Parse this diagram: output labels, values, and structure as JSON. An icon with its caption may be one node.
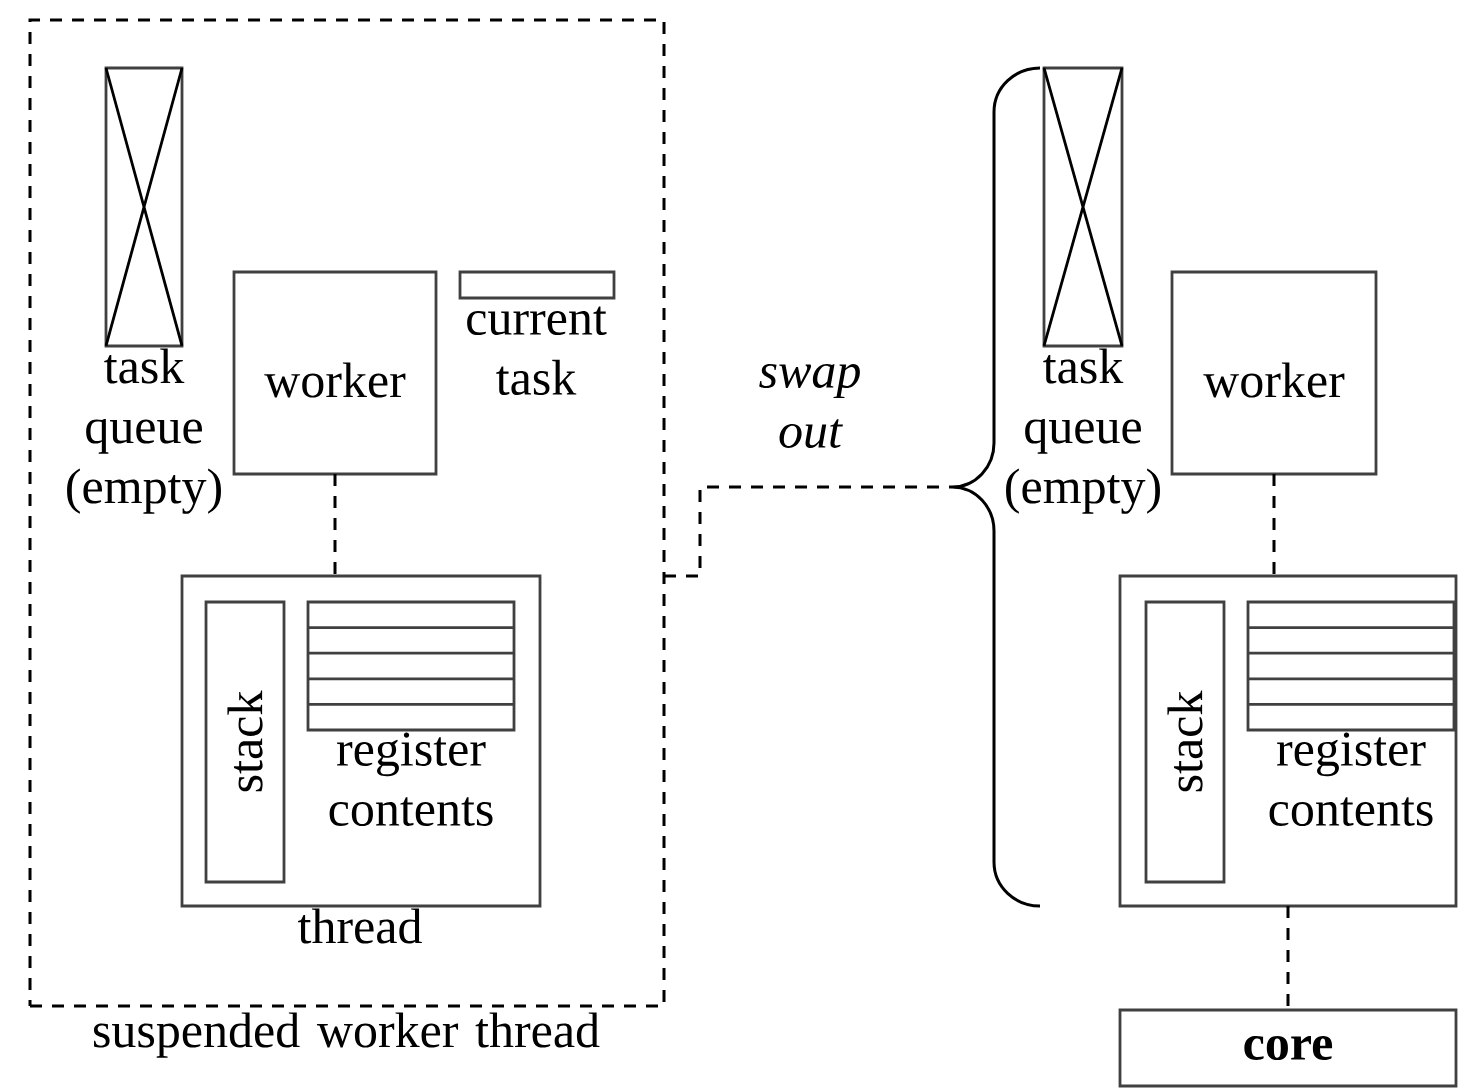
{
  "diagram": {
    "nodes": [
      {
        "text": [
          "suspended worker thread"
        ]
      },
      {
        "text": [
          "task queue (empty)"
        ],
        "in": 0
      },
      {
        "text": [
          "worker"
        ],
        "in": 0
      },
      {
        "text": [
          "current task"
        ],
        "in": 0
      },
      {
        "text": [
          "thread"
        ],
        "in": 0
      },
      {
        "text": [
          "stack"
        ],
        "in": 4
      },
      {
        "text": [
          "register contents"
        ],
        "in": 4
      },
      {
        "text": [],
        "shape": "bracket"
      },
      {
        "text": [
          "task queue (empty)"
        ]
      },
      {
        "text": [
          "worker"
        ]
      },
      {
        "text": [],
        "shape": "box"
      },
      {
        "text": [
          "stack"
        ],
        "in": 10
      },
      {
        "text": [
          "register contents"
        ],
        "in": 10
      },
      {
        "text": [
          "core"
        ]
      }
    ],
    "edges": [
      {
        "from": 0,
        "to": 7,
        "arrow": "none",
        "style": "dashed",
        "label": "swap out"
      },
      {
        "from": 2,
        "to": 4,
        "arrow": "none",
        "style": "dashed"
      },
      {
        "from": 9,
        "to": 10,
        "arrow": "none",
        "style": "dashed"
      },
      {
        "from": 10,
        "to": 13,
        "arrow": "none",
        "style": "dashed"
      }
    ]
  }
}
